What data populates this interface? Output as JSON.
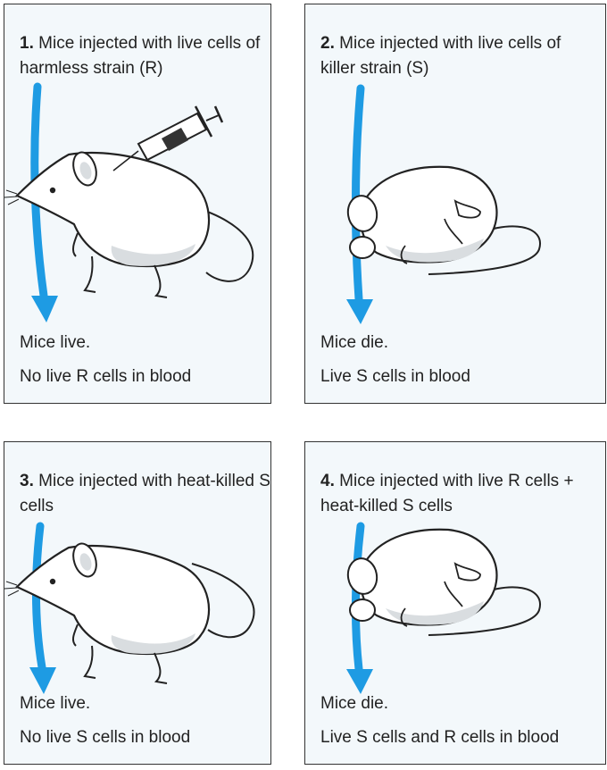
{
  "colors": {
    "panel_bg": "#f3f8fb",
    "border": "#333333",
    "arrow": "#1e9be3",
    "mouse_fill": "#ffffff",
    "mouse_shade": "#d9dde0",
    "outline": "#222222"
  },
  "panels": [
    {
      "number": "1.",
      "title": "Mice injected with live cells of harmless strain (R)",
      "outcome": "Mice live.",
      "blood": "No live R cells in blood"
    },
    {
      "number": "2.",
      "title": "Mice injected with live cells of killer strain (S)",
      "outcome": "Mice die.",
      "blood": "Live S cells in blood"
    },
    {
      "number": "3.",
      "title": "Mice injected with heat-killed S cells",
      "outcome": "Mice live.",
      "blood": "No live S cells in blood"
    },
    {
      "number": "4.",
      "title": "Mice injected with live R cells + heat-killed S cells",
      "outcome": "Mice die.",
      "blood": "Live S cells and R cells in blood"
    }
  ],
  "icons": [
    "syringe-icon",
    "live-mouse-icon",
    "dead-mouse-icon",
    "down-arrow-icon"
  ]
}
